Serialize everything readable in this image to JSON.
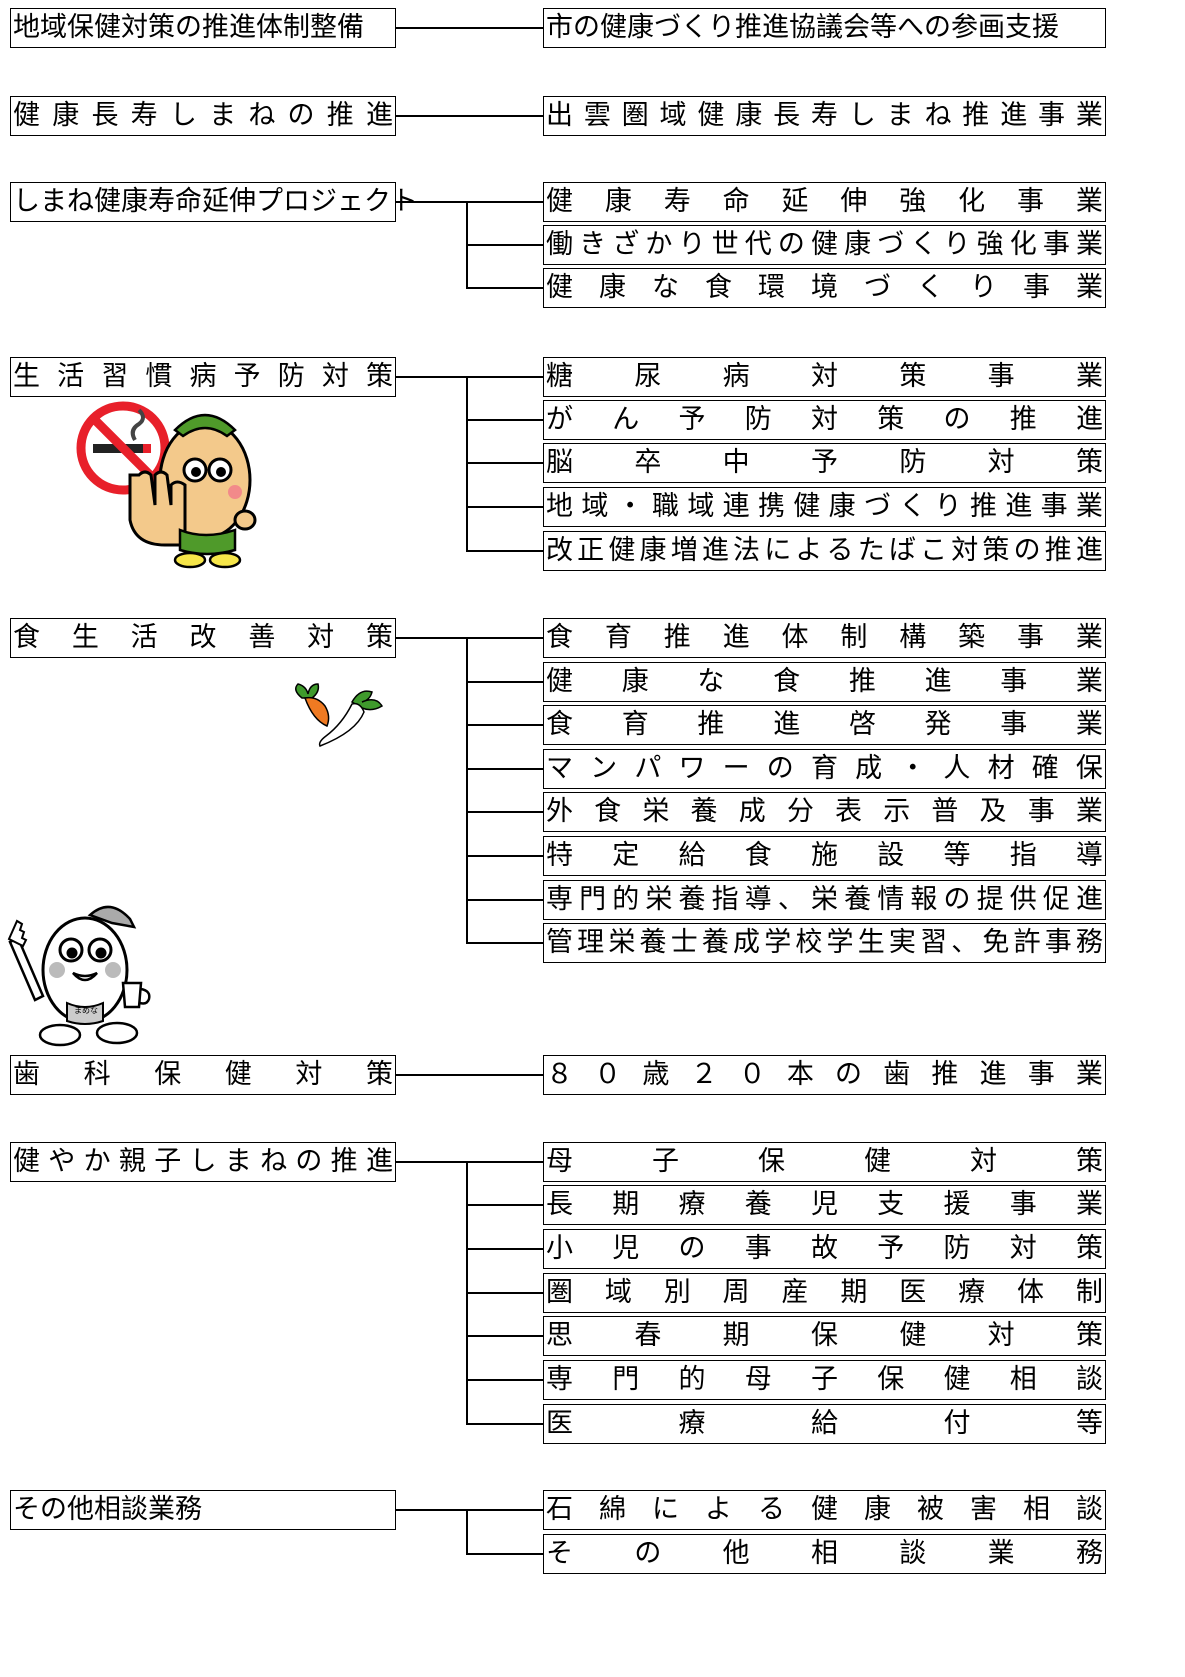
{
  "groups": [
    {
      "label": "地域保健対策の推進体制整備",
      "items": [
        "市の健康づくり推進協議会等への参画支援"
      ]
    },
    {
      "label": "健康長寿しまねの推進",
      "items": [
        "出雲圏域健康長寿しまね推進事業"
      ]
    },
    {
      "label": "しまね健康寿命延伸プロジェクト",
      "items": [
        "健康寿命延伸強化事業",
        "働きざかり世代の健康づくり強化事業",
        "健康な食環境づくり事業"
      ]
    },
    {
      "label": "生活習慣病予防対策",
      "items": [
        "糖尿病対策事業",
        "がん予防対策の推進",
        "脳卒中予防対策",
        "地域・職域連携健康づくり推進事業",
        "改正健康増進法によるたばこ対策の推進"
      ]
    },
    {
      "label": "食生活改善対策",
      "items": [
        "食育推進体制構築事業",
        "健康な食推進事業",
        "食育推進啓発事業",
        "マンパワーの育成・人材確保",
        "外食栄養成分表示普及事業",
        "特定給食施設等指導",
        "専門的栄養指導、栄養情報の提供促進",
        "管理栄養士養成学校学生実習、免許事務"
      ]
    },
    {
      "label": "歯科保健対策",
      "items": [
        "８０歳２０本の歯推進事業"
      ]
    },
    {
      "label": "健やか親子しまねの推進",
      "items": [
        "母子保健対策",
        "長期療養児支援事業",
        "小児の事故予防対策",
        "圏域別周産期医療体制",
        "思春期保健対策",
        "専門的母子保健相談",
        "医療給付等"
      ]
    },
    {
      "label": "その他相談業務",
      "items": [
        "石綿による健康被害相談",
        "その他相談業務"
      ]
    }
  ],
  "character_badge_text": "まめな"
}
